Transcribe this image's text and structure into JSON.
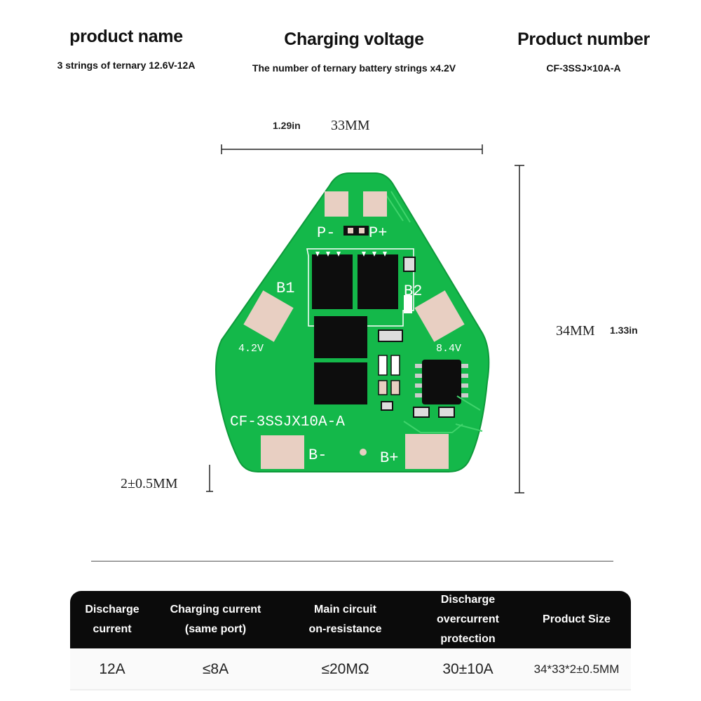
{
  "header": {
    "col1": {
      "title": "product name",
      "value": "3 strings of ternary 12.6V-12A"
    },
    "col2": {
      "title": "Charging voltage",
      "value": "The number of ternary battery strings x4.2V"
    },
    "col3": {
      "title": "Product number",
      "value": "CF-3SSJ×10A-A"
    }
  },
  "dimensions": {
    "width_in": "1.29in",
    "width_mm": "33MM",
    "height_mm": "34MM",
    "height_in": "1.33in",
    "thickness": "2±0.5MM"
  },
  "board": {
    "model_silk": "CF-3SSJX10A-A",
    "labels": {
      "p_minus": "P-",
      "p_plus": "P+",
      "b1": "B1",
      "b2": "B2",
      "v_left": "4.2V",
      "v_right": "8.4V",
      "b_minus": "B-",
      "b_plus": "B+"
    },
    "colors": {
      "pcb": "#14b84a",
      "pad": "#e8cfc2",
      "chip": "#0d0d0d",
      "silk": "#ffffff"
    }
  },
  "specs": {
    "headers": [
      [
        "Discharge",
        "current"
      ],
      [
        "Charging current",
        "(same port)"
      ],
      [
        "Main circuit",
        "on-resistance"
      ],
      [
        "Discharge overcurrent",
        "protection"
      ],
      [
        "Product Size"
      ]
    ],
    "values": [
      "12A",
      "≤8A",
      "≤20MΩ",
      "30±10A",
      "34*33*2±0.5MM"
    ]
  }
}
